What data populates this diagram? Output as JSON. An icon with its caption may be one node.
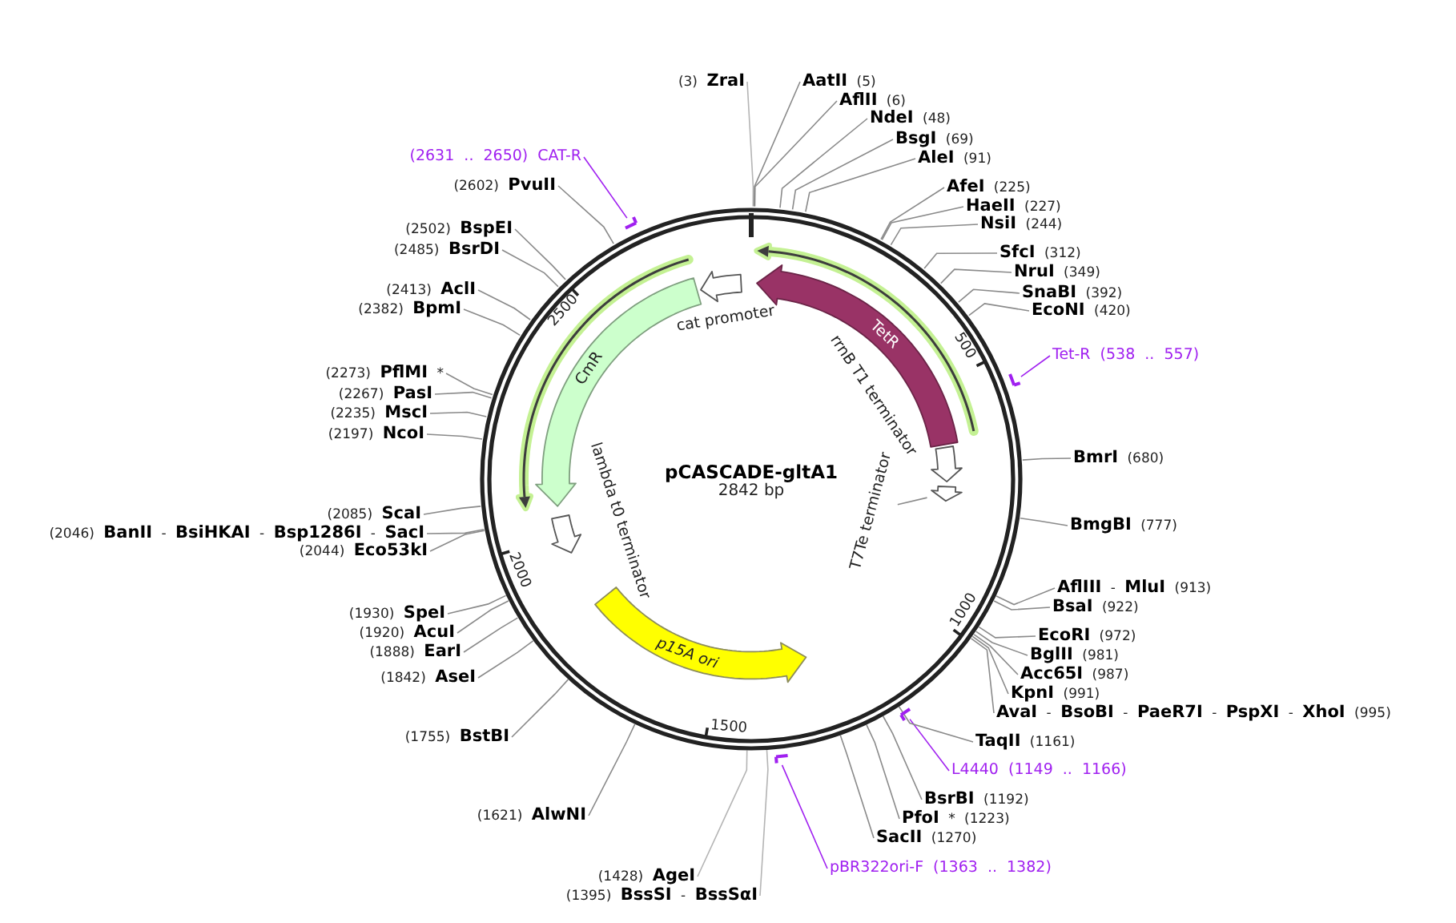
{
  "diagram": {
    "nodes": [
      {
        "text": [
          "pCASCADE-gltA1",
          "2842 bp"
        ]
      },
      {
        "text": [
          "TetR"
        ],
        "in": 0
      },
      {
        "text": [
          "rrnB T1 terminator"
        ],
        "in": 0
      },
      {
        "text": [],
        "shape": "arrow",
        "in": 0
      },
      {
        "text": [
          "T7Te terminator"
        ],
        "in": 0
      },
      {
        "text": [
          "p15A ori"
        ],
        "in": 0
      },
      {
        "text": [
          "lambda t0 terminator"
        ],
        "in": 0
      },
      {
        "text": [
          "CmR"
        ],
        "in": 0
      },
      {
        "text": [
          "cat promoter"
        ],
        "in": 0
      },
      {
        "text": [
          "(3) **ZraI**"
        ]
      },
      {
        "text": [
          "**AatII** (5)"
        ]
      },
      {
        "text": [
          "**AflII** (6)"
        ]
      },
      {
        "text": [
          "**NdeI** (48)"
        ]
      },
      {
        "text": [
          "**BsgI** (69)"
        ]
      },
      {
        "text": [
          "**AleI** (91)"
        ]
      },
      {
        "text": [
          "**AfeI** (225)"
        ]
      },
      {
        "text": [
          "**HaeII** (227)"
        ]
      },
      {
        "text": [
          "**NsiI** (244)"
        ]
      },
      {
        "text": [
          "**SfcI** (312)"
        ]
      },
      {
        "text": [
          "**NruI** (349)"
        ]
      },
      {
        "text": [
          "**SnaBI** (392)"
        ]
      },
      {
        "text": [
          "**EcoNI** (420)"
        ]
      },
      {
        "text": [
          "Tet-R (538 .. 557)"
        ]
      },
      {
        "text": [],
        "shape": "bar"
      },
      {
        "text": [
          "**BmrI** (680)"
        ]
      },
      {
        "text": [
          "**BmgBI** (777)"
        ]
      },
      {
        "text": [
          "**AflIII** - **MluI** (913)"
        ]
      },
      {
        "text": [
          "**BsaI** (922)"
        ]
      },
      {
        "text": [
          "**EcoRI** (972)"
        ]
      },
      {
        "text": [
          "**BglII** (981)"
        ]
      },
      {
        "text": [
          "**Acc65I** (987)"
        ]
      },
      {
        "text": [
          "**KpnI** (991)"
        ]
      },
      {
        "text": [
          "**AvaI** - **BsoBI** - **PaeR7I** - **PspXI** - **XhoI** (995)"
        ]
      },
      {
        "text": [
          "L4440 (1149 .. 1166)"
        ]
      },
      {
        "text": [],
        "shape": "bar"
      },
      {
        "text": [
          "**TaqII** (1161)"
        ]
      },
      {
        "text": [
          "**BsrBI** (1192)"
        ]
      },
      {
        "text": [
          "**PfoI** * (1223)"
        ]
      },
      {
        "text": [
          "**SacII** (1270)"
        ]
      },
      {
        "text": [
          "pBR322ori-F (1363 .. 1382)"
        ]
      },
      {
        "text": [],
        "shape": "bar"
      },
      {
        "text": [
          "(1395) **BssSI** - **BssSαI**"
        ]
      },
      {
        "text": [
          "(1428) **AgeI**"
        ]
      },
      {
        "text": [
          "(1621) **AlwNI**"
        ]
      },
      {
        "text": [
          "(1755) **BstBI**"
        ]
      },
      {
        "text": [
          "(1842) **AseI**"
        ]
      },
      {
        "text": [
          "(1888) **EarI**"
        ]
      },
      {
        "text": [
          "(1920) **AcuI**"
        ]
      },
      {
        "text": [
          "(1930) **SpeI**"
        ]
      },
      {
        "text": [
          "(2044) **Eco53kI**"
        ]
      },
      {
        "text": [
          "(2046) **BanII** - **BsiHKAI** - **Bsp1286I** - **SacI**"
        ]
      },
      {
        "text": [
          "(2085) **ScaI**"
        ]
      },
      {
        "text": [
          "(2197) **NcoI**"
        ]
      },
      {
        "text": [
          "(2235) **MscI**"
        ]
      },
      {
        "text": [
          "(2267) **PasI**"
        ]
      },
      {
        "text": [
          "(2273) **PflMI** *"
        ]
      },
      {
        "text": [
          "(2382) **BpmI**"
        ]
      },
      {
        "text": [
          "(2413) **AclI**"
        ]
      },
      {
        "text": [
          "(2485) **BsrDI**"
        ]
      },
      {
        "text": [
          "(2502) **BspEI**"
        ]
      },
      {
        "text": [
          "(2602) **PvuII**"
        ]
      },
      {
        "text": [
          "(2631 .. 2650) CAT-R"
        ]
      },
      {
        "text": [],
        "shape": "bar"
      }
    ],
    "edges": [
      {
        "from": 4,
        "to": 3,
        "arrow": "none"
      },
      {
        "from": 9,
        "to": 0,
        "arrow": "none",
        "color": "#b4b4b4"
      },
      {
        "from": 10,
        "to": 0,
        "arrow": "none"
      },
      {
        "from": 11,
        "to": 0,
        "arrow": "none"
      },
      {
        "from": 12,
        "to": 0,
        "arrow": "none"
      },
      {
        "from": 13,
        "to": 0,
        "arrow": "none"
      },
      {
        "from": 14,
        "to": 0,
        "arrow": "none"
      },
      {
        "from": 15,
        "to": 0,
        "arrow": "none"
      },
      {
        "from": 16,
        "to": 0,
        "arrow": "none"
      },
      {
        "from": 17,
        "to": 0,
        "arrow": "none"
      },
      {
        "from": 18,
        "to": 0,
        "arrow": "none"
      },
      {
        "from": 19,
        "to": 0,
        "arrow": "none"
      },
      {
        "from": 20,
        "to": 0,
        "arrow": "none"
      },
      {
        "from": 21,
        "to": 0,
        "arrow": "none"
      },
      {
        "from": 22,
        "to": 23,
        "arrow": "none",
        "color": "#a020f0"
      },
      {
        "from": 24,
        "to": 0,
        "arrow": "none"
      },
      {
        "from": 25,
        "to": 0,
        "arrow": "none"
      },
      {
        "from": 26,
        "to": 0,
        "arrow": "none"
      },
      {
        "from": 27,
        "to": 0,
        "arrow": "none"
      },
      {
        "from": 28,
        "to": 0,
        "arrow": "none"
      },
      {
        "from": 29,
        "to": 0,
        "arrow": "none"
      },
      {
        "from": 30,
        "to": 0,
        "arrow": "none"
      },
      {
        "from": 31,
        "to": 0,
        "arrow": "none"
      },
      {
        "from": 32,
        "to": 0,
        "arrow": "none"
      },
      {
        "from": 33,
        "to": 34,
        "arrow": "none",
        "color": "#a020f0"
      },
      {
        "from": 35,
        "to": 0,
        "arrow": "none"
      },
      {
        "from": 36,
        "to": 0,
        "arrow": "none"
      },
      {
        "from": 37,
        "to": 0,
        "arrow": "none"
      },
      {
        "from": 38,
        "to": 0,
        "arrow": "none"
      },
      {
        "from": 39,
        "to": 40,
        "arrow": "none",
        "color": "#a020f0"
      },
      {
        "from": 41,
        "to": 0,
        "arrow": "none",
        "color": "#b4b4b4"
      },
      {
        "from": 42,
        "to": 0,
        "arrow": "none",
        "color": "#b4b4b4"
      },
      {
        "from": 43,
        "to": 0,
        "arrow": "none"
      },
      {
        "from": 44,
        "to": 0,
        "arrow": "none"
      },
      {
        "from": 45,
        "to": 0,
        "arrow": "none"
      },
      {
        "from": 46,
        "to": 0,
        "arrow": "none"
      },
      {
        "from": 47,
        "to": 0,
        "arrow": "none"
      },
      {
        "from": 48,
        "to": 0,
        "arrow": "none"
      },
      {
        "from": 49,
        "to": 0,
        "arrow": "none"
      },
      {
        "from": 50,
        "to": 0,
        "arrow": "none"
      },
      {
        "from": 51,
        "to": 0,
        "arrow": "none"
      },
      {
        "from": 52,
        "to": 0,
        "arrow": "none"
      },
      {
        "from": 53,
        "to": 0,
        "arrow": "none"
      },
      {
        "from": 54,
        "to": 0,
        "arrow": "none"
      },
      {
        "from": 55,
        "to": 0,
        "arrow": "none"
      },
      {
        "from": 56,
        "to": 0,
        "arrow": "none"
      },
      {
        "from": 57,
        "to": 0,
        "arrow": "none"
      },
      {
        "from": 58,
        "to": 0,
        "arrow": "none"
      },
      {
        "from": 59,
        "to": 0,
        "arrow": "none"
      },
      {
        "from": 60,
        "to": 0,
        "arrow": "none"
      },
      {
        "from": 61,
        "to": 62,
        "arrow": "none",
        "color": "#a020f0"
      }
    ],
    "labels": [
      "500",
      "1000",
      "1500",
      "2000",
      "2500"
    ]
  }
}
